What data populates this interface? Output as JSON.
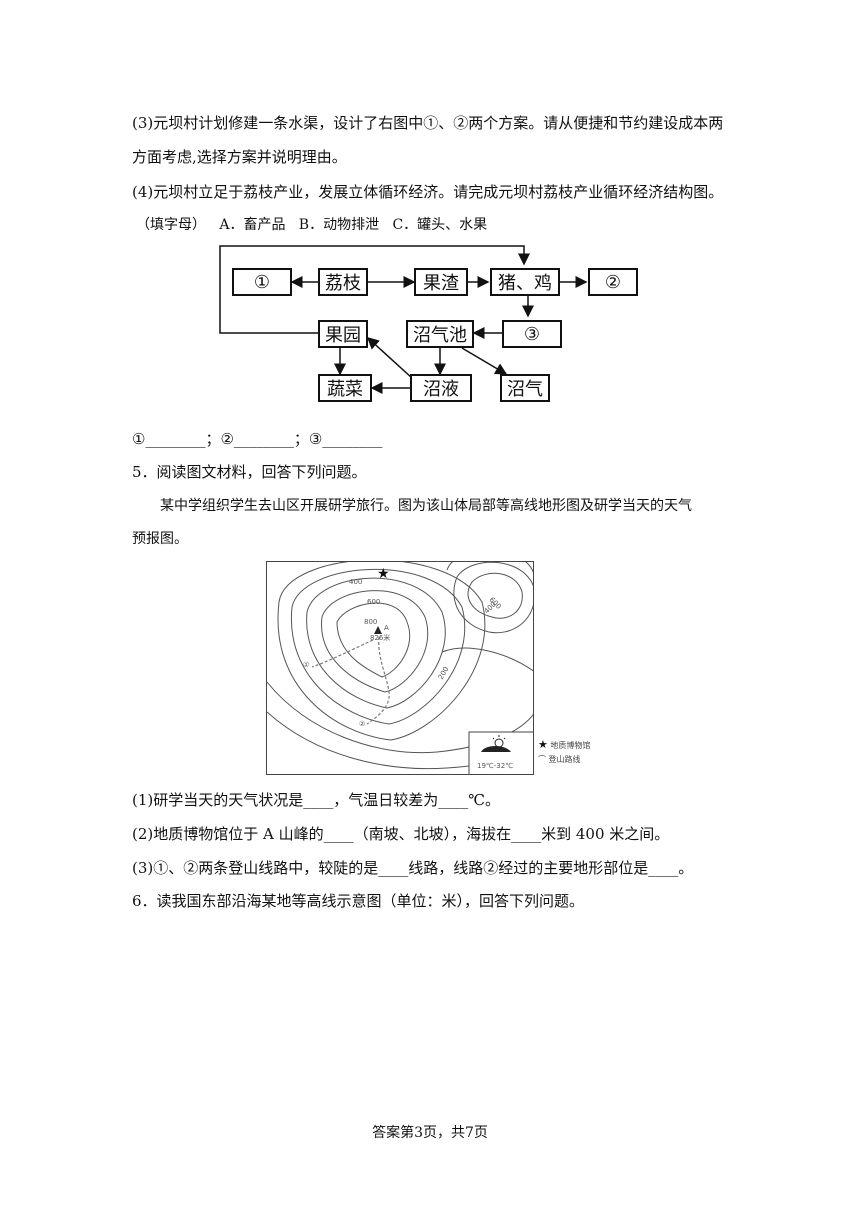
{
  "q3": {
    "line1": "(3)元坝村计划修建一条水渠，设计了右图中①、②两个方案。请从便捷和节约建设成本两",
    "line2": "方面考虑,选择方案并说明理由。"
  },
  "q4": {
    "line1": "(4)元坝村立足于荔枝产业，发展立体循环经济。请完成元坝村荔枝产业循环经济结构图。",
    "line2": "（填字母）   A．畜产品   B．动物排泄   C．罐头、水果",
    "flow": {
      "blank1": "①",
      "lizhi": "荔枝",
      "guozha": "果渣",
      "zhuji": "猪、鸡",
      "blank2": "②",
      "guoyuan": "果园",
      "zhaoqichi": "沼气池",
      "blank3": "③",
      "shucai": "蔬菜",
      "zhaoye": "沼液",
      "zhaoqi": "沼气"
    },
    "answer_line": "①________；②________；③________"
  },
  "q5": {
    "title": "5．阅读图文材料，回答下列问题。",
    "material1": "某中学组织学生去山区开展研学旅行。图为该山体局部等高线地形图及研学当天的天气",
    "material2": "预报图。",
    "map": {
      "c400": "400",
      "c600": "600",
      "c800": "800",
      "peak": "A",
      "peak_height": "826米",
      "c200": "200",
      "c600_east": "600",
      "c400_east": "400",
      "route1": "①",
      "route2": "②",
      "weather_temp": "19℃-32℃",
      "legend_museum": "地质博物馆",
      "legend_route": "登山路线"
    },
    "sub1": "(1)研学当天的天气状况是____，气温日较差为____℃。",
    "sub2": "(2)地质博物馆位于 A 山峰的____（南坡、北坡），海拔在____米到 400 米之间。",
    "sub3": "(3)①、②两条登山线路中，较陡的是____线路，线路②经过的主要地形部位是____。"
  },
  "q6": {
    "title": "6．读我国东部沿海某地等高线示意图（单位：米），回答下列问题。"
  },
  "footer": "答案第3页，共7页"
}
